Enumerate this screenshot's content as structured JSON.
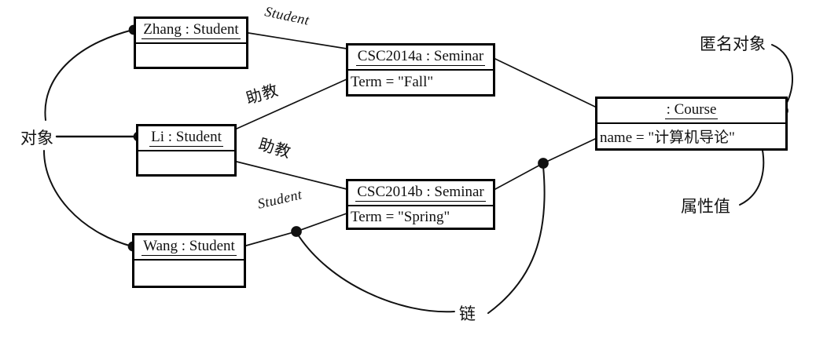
{
  "colors": {
    "ink": "#111111",
    "background": "#ffffff"
  },
  "objects": {
    "zhang": {
      "title": "Zhang : Student",
      "attribute": ""
    },
    "li": {
      "title": "Li : Student",
      "attribute": ""
    },
    "wang": {
      "title": "Wang : Student",
      "attribute": ""
    },
    "seminar_a": {
      "title": "CSC2014a : Seminar",
      "attribute": "Term = \"Fall\""
    },
    "seminar_b": {
      "title": "CSC2014b : Seminar",
      "attribute": "Term = \"Spring\""
    },
    "course": {
      "title": ": Course",
      "attribute": "name = \"计算机导论\""
    }
  },
  "edge_labels": {
    "student_top": "Student",
    "assistant_upper": "助教",
    "assistant_lower": "助教",
    "student_bottom": "Student"
  },
  "callouts": {
    "object": "对象",
    "link": "链",
    "anonymous_object": "匿名对象",
    "attribute_value": "属性值"
  }
}
